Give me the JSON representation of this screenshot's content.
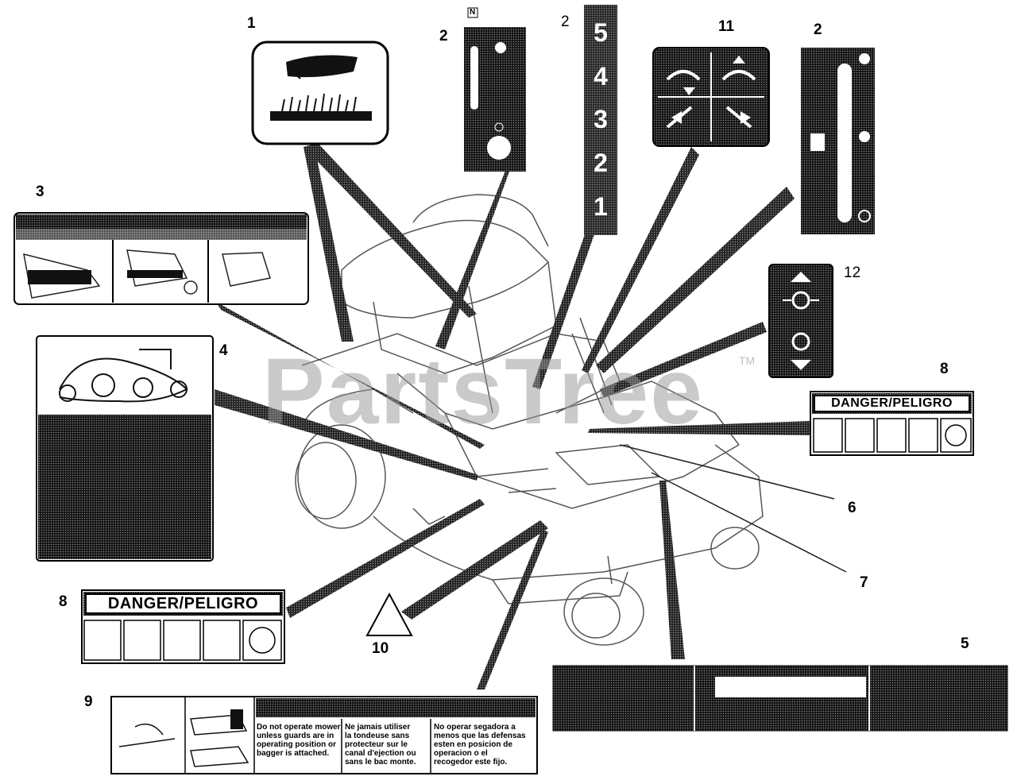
{
  "callouts": {
    "n1": "1",
    "n2a": "2",
    "n2b": "2",
    "n2c": "2",
    "n3": "3",
    "n4": "4",
    "n5": "5",
    "n6": "6",
    "n7": "7",
    "n8a": "8",
    "n8b": "8",
    "n9": "9",
    "n10": "10",
    "n11": "11",
    "n12": "12"
  },
  "watermark": {
    "brand": "PartsTree",
    "tm": "TM"
  },
  "decal_speed": {
    "steps": [
      "5",
      "4",
      "3",
      "2",
      "1"
    ]
  },
  "decal_danger": {
    "label": "DANGER/PELIGRO"
  },
  "decal_guard": {
    "english": [
      "Do not operate mower",
      "unless guards are in",
      "operating position or",
      "bagger is attached."
    ],
    "french": [
      "Ne jamais utiliser",
      "la tondeuse sans",
      "protecteur sur le",
      "canal d'ejection ou",
      "sans le bac monte."
    ],
    "spanish": [
      "No operar segadora a",
      "menos que las defensas",
      "esten en posicion de",
      "operacion o el",
      "recogedor este fijo."
    ]
  },
  "decal_neutral": {
    "label": "N"
  }
}
